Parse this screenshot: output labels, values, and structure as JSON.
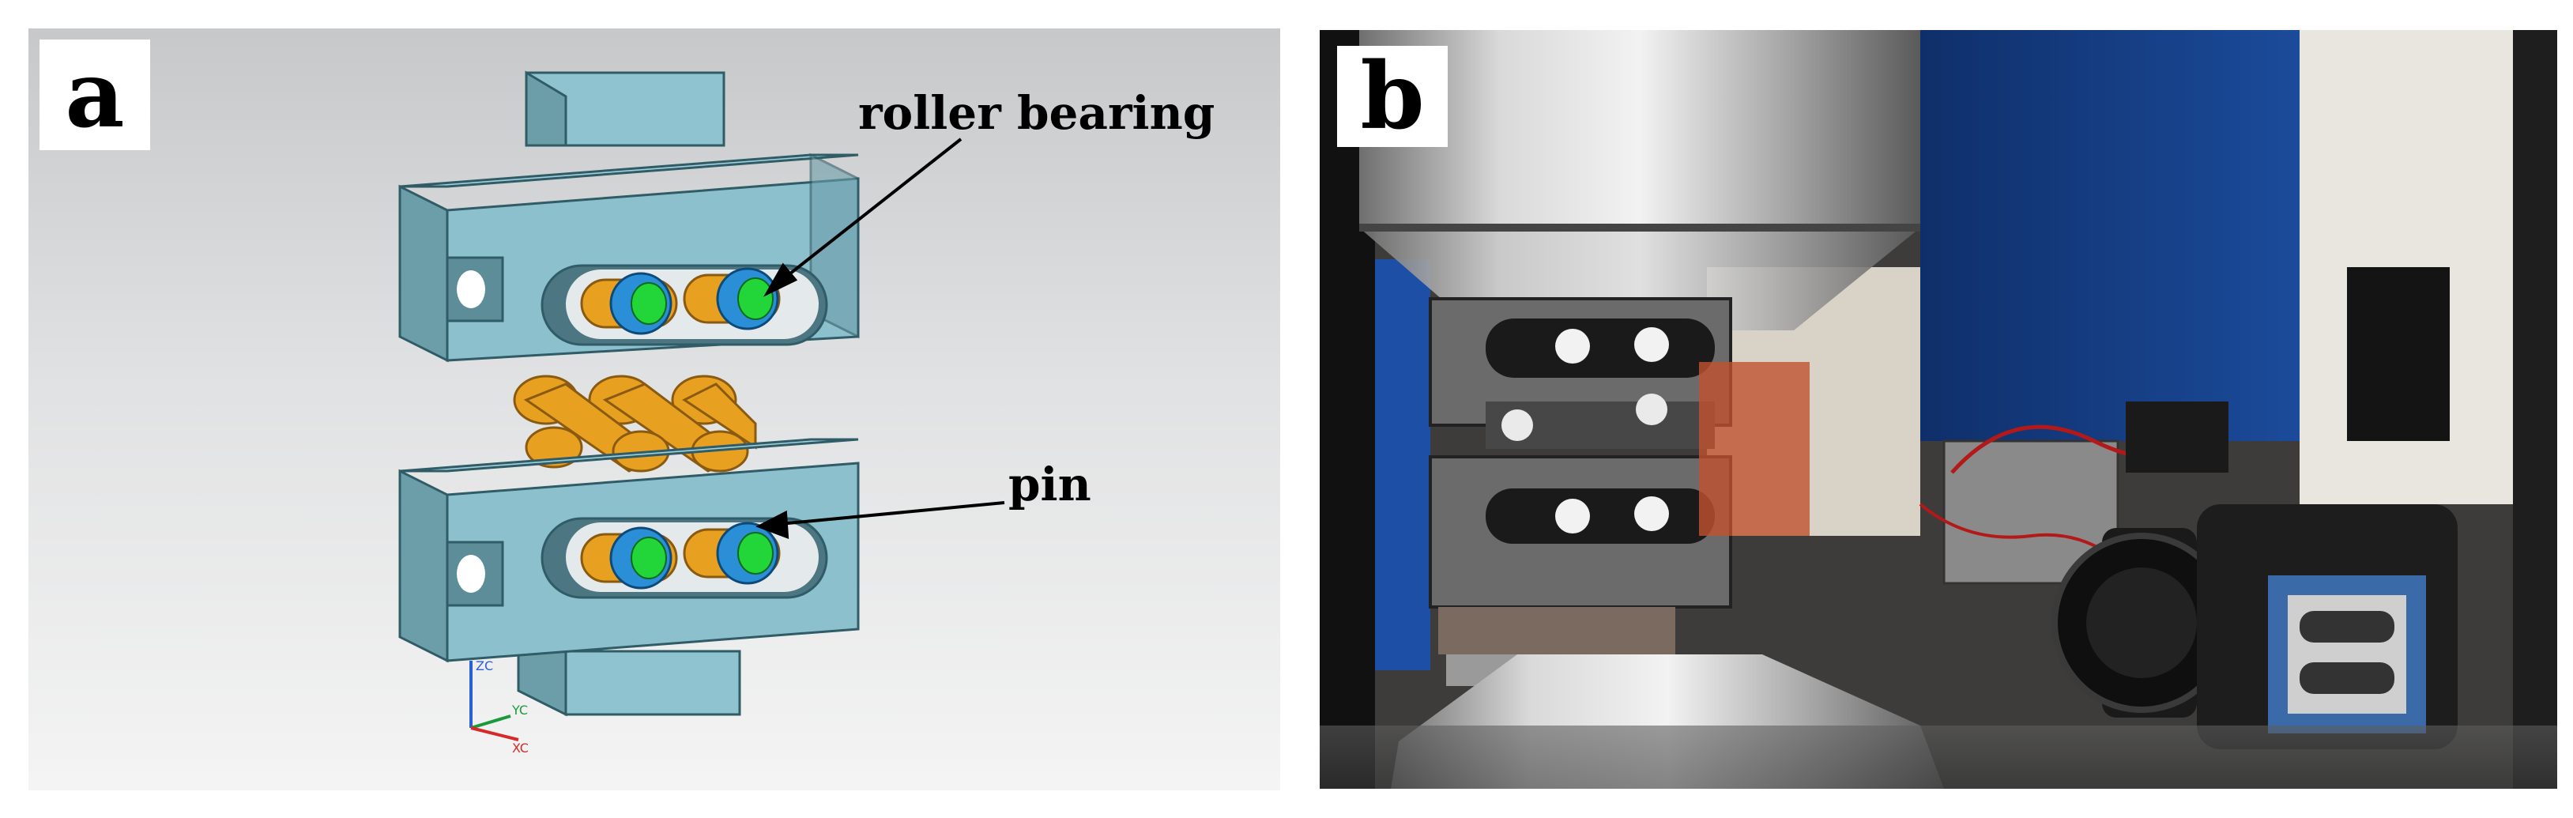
{
  "panel_a": {
    "label": "a",
    "callouts": {
      "roller_bearing": "roller bearing",
      "pin": "pin"
    },
    "axis_labels": {
      "zc": "ZC",
      "yc": "YC",
      "xc": "XC"
    },
    "colors": {
      "fixture": "#8cc0cc",
      "roller": "#2a8fd6",
      "pin": "#22d63a",
      "linkage": "#e8a020"
    }
  },
  "panel_b": {
    "label": "b"
  }
}
